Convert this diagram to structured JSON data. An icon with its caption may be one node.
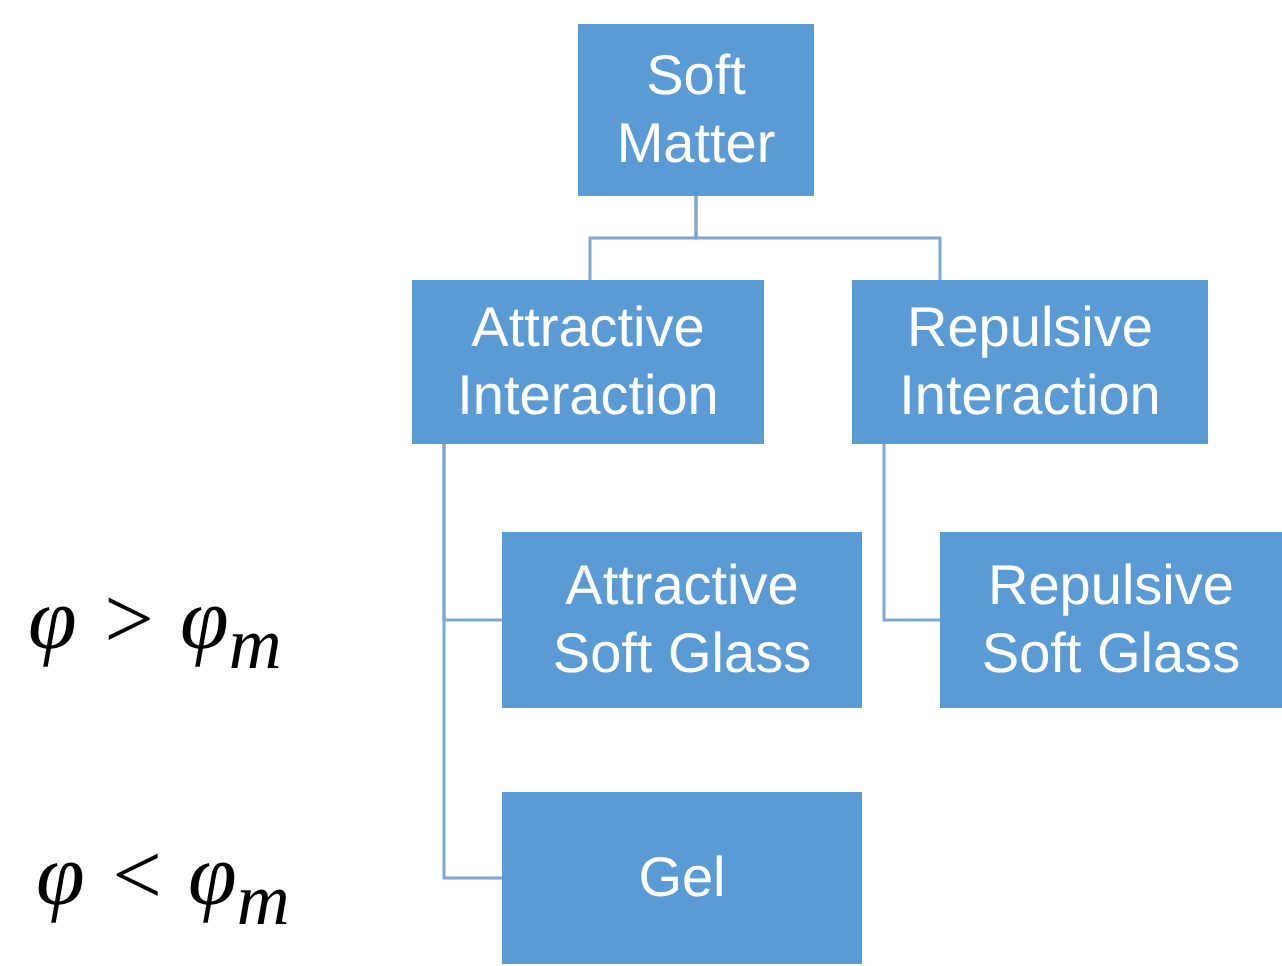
{
  "diagram": {
    "nodes": [
      {
        "text": [
          "Soft Matter"
        ]
      },
      {
        "text": [
          "Attractive Interaction"
        ]
      },
      {
        "text": [
          "Repulsive Interaction"
        ]
      },
      {
        "text": [
          "Attractive Soft Glass"
        ]
      },
      {
        "text": [
          "Repulsive Soft Glass"
        ]
      },
      {
        "text": [
          "Gel"
        ]
      }
    ],
    "edges": [
      {
        "from": 0,
        "to": 1,
        "arrow": "none"
      },
      {
        "from": 0,
        "to": 2,
        "arrow": "none"
      },
      {
        "from": 1,
        "to": 3,
        "arrow": "none"
      },
      {
        "from": 1,
        "to": 5,
        "arrow": "none"
      },
      {
        "from": 2,
        "to": 4,
        "arrow": "none"
      }
    ],
    "labels": [
      "φ > φ$_{m}$",
      "φ < φ$_{m}$"
    ]
  }
}
